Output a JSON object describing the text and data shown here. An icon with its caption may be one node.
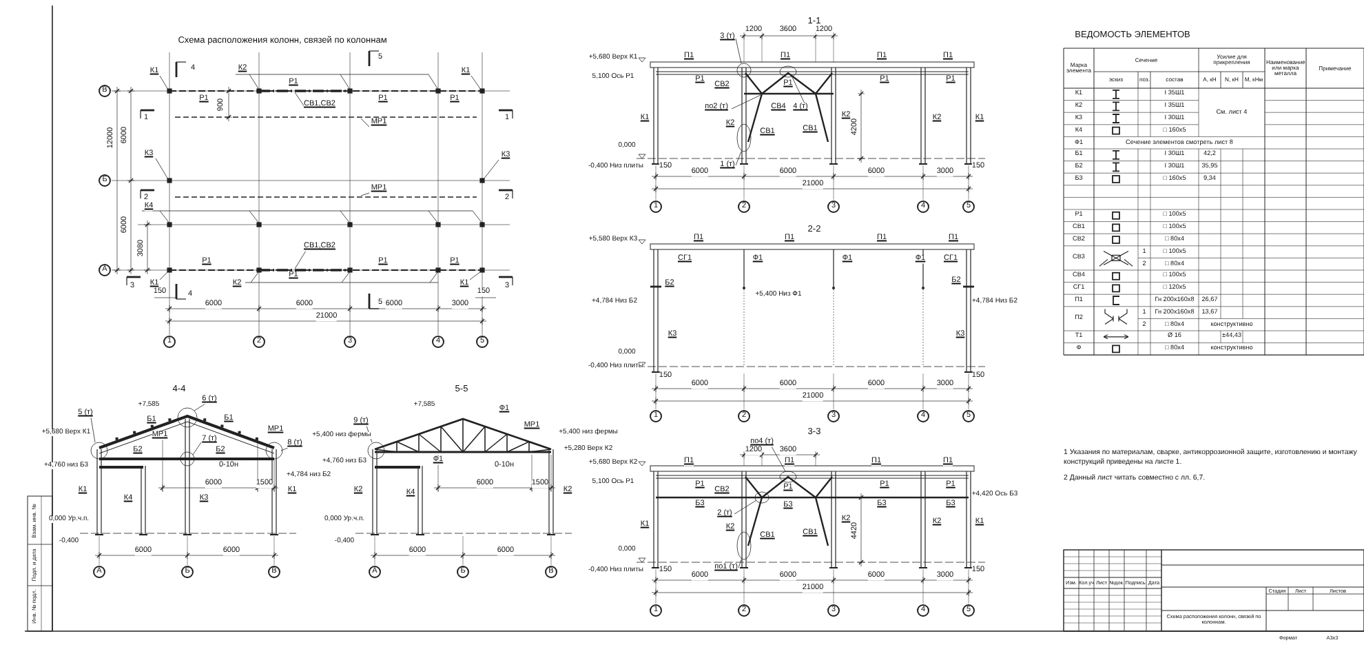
{
  "diagram": {
    "labels": [
      "Схема расположения колонн, связей по колоннам",
      "К1",
      "4",
      "К2",
      "5",
      "К1",
      "Р1",
      "Р1",
      "900",
      "СВ1,СВ2",
      "Р1",
      "Р1",
      "1",
      "1",
      "МР1",
      "12000",
      "6000",
      "К3",
      "К3",
      "2",
      "МР1",
      "2",
      "К4",
      "6000",
      "3080",
      "СВ1,СВ2",
      "Р1",
      "Р1",
      "Р1",
      "Р1",
      "К1",
      "К2",
      "К1",
      "3",
      "3",
      "4",
      "5",
      "150",
      "150",
      "6000",
      "6000",
      "6000",
      "3000",
      "21000",
      "В",
      "Б",
      "А",
      "1",
      "2",
      "3",
      "4",
      "5",
      "1-1",
      "3 (т)",
      "1200",
      "3600",
      "1200",
      "+5,680 Верх К1",
      "П1",
      "П1",
      "П1",
      "П1",
      "5,100 Ось Р1",
      "Р1",
      "Р1",
      "Р1",
      "Р1",
      "СВ2",
      "по2 (т)",
      "СВ4",
      "4 (т)",
      "К1",
      "К2",
      "СВ1",
      "СВ1",
      "К2",
      "4200",
      "К2",
      "К1",
      "0,000",
      "-0,400 Низ плиты",
      "150",
      "1 (т)",
      "150",
      "6000",
      "6000",
      "6000",
      "3000",
      "21000",
      "1",
      "2",
      "3",
      "4",
      "5",
      "2-2",
      "+5,580 Верх К3",
      "П1",
      "П1",
      "П1",
      "П1",
      "СГ1",
      "Ф1",
      "Ф1",
      "Ф1",
      "СГ1",
      "Б2",
      "Б2",
      "+5,400 Низ Ф1",
      "+4,784 Низ Б2",
      "+4,784 Низ Б2",
      "К3",
      "К3",
      "0,000",
      "-0,400 Низ плиты",
      "150",
      "150",
      "6000",
      "6000",
      "6000",
      "3000",
      "21000",
      "1",
      "2",
      "3",
      "4",
      "5",
      "по4 (т)",
      "3-3",
      "1200",
      "3600",
      "+5,680 Верх К2",
      "П1",
      "П1",
      "П1",
      "П1",
      "5,100 Ось Р1",
      "Р1",
      "Р1",
      "Р1",
      "Р1",
      "+4,420 Ось Б3",
      "СВ2",
      "Б3",
      "Б3",
      "Б3",
      "Б3",
      "2 (т)",
      "К1",
      "К2",
      "СВ1",
      "СВ1",
      "К2",
      "4420",
      "К2",
      "К1",
      "0,000",
      "-0,400 Низ плиты",
      "150",
      "по1 (т)",
      "150",
      "6000",
      "6000",
      "6000",
      "3000",
      "21000",
      "1",
      "2",
      "3",
      "4",
      "5",
      "4-4",
      "+7,585",
      "6 (т)",
      "5 (т)",
      "Б1",
      "Б1",
      "+5,680 Верх К1",
      "МР1",
      "7 (т)",
      "МР1",
      "8 (т)",
      "Б2",
      "Б2",
      "+4,760 низ Б3",
      "0-10н",
      "+4,784 низ Б2",
      "6000",
      "1500",
      "К1",
      "К4",
      "К3",
      "К1",
      "0,000 Ур.ч.п.",
      "-0,400",
      "6000",
      "6000",
      "А",
      "Б",
      "В",
      "5-5",
      "+7,585",
      "Ф1",
      "9 (т)",
      "+5,400 низ фермы",
      "Ф1",
      "МР1",
      "+5,400 низ фермы",
      "+5,280 Верх К2",
      "0-10н",
      "+4,760 низ Б3",
      "6000",
      "1500",
      "К2",
      "К4",
      "К2",
      "0,000 Ур.ч.п.",
      "-0,400",
      "6000",
      "6000",
      "А",
      "Б",
      "В",
      "ВЕДОМОСТЬ ЭЛЕМЕНТОВ",
      "Марка элемента",
      "Сечение",
      "Усилие для прикрепления",
      "Наименование или марка металла",
      "Примечание",
      "эскиз",
      "поз.",
      "состав",
      "А, кН",
      "N, кН",
      "М, кНм",
      "К1",
      "I 35Ш1",
      "См. лист 4",
      "К2",
      "I 35Ш1",
      "К3",
      "I 30Ш1",
      "К4",
      "□ 160x5",
      "Ф1",
      "Сечение элементов смотреть лист 8",
      "Б1",
      "I 30Ш1",
      "42,2",
      "Б2",
      "I 30Ш1",
      "35,95",
      "Б3",
      "□ 160x5",
      "9,34",
      "Р1",
      "□ 100x5",
      "СВ1",
      "□ 100x5",
      "СВ2",
      "□ 80x4",
      "СВ3",
      "1",
      "□ 100x5",
      "2",
      "□ 80x4",
      "СВ4",
      "□ 100x5",
      "СГ1",
      "□ 120x5",
      "П1",
      "Гн 200x160x8",
      "26,67",
      "П2",
      "1",
      "Гн 200x160x8",
      "13,67",
      "2",
      "□ 80x4",
      "конструктивно",
      "Т1",
      "Ø 16",
      "±44,43",
      "Ф",
      "□ 80x4",
      "конструктивно",
      "1 Указания по материалам, сварке, антикоррозионной защите, изготовлению и монтажу конструкций приведены на листе 1.",
      "2 Данный лист читать совместно с лл. 6,7.",
      "Изм.",
      "Кол.уч",
      "Лист",
      "№док.",
      "Подпись",
      "Дата",
      "Стадия",
      "Лист",
      "Листов",
      "Схема расположения колонн, связей по колоннам.",
      "Формат",
      "А3х3",
      "Инв. № подл.",
      "Подп. и дата",
      "Взам. инв. №"
    ]
  }
}
